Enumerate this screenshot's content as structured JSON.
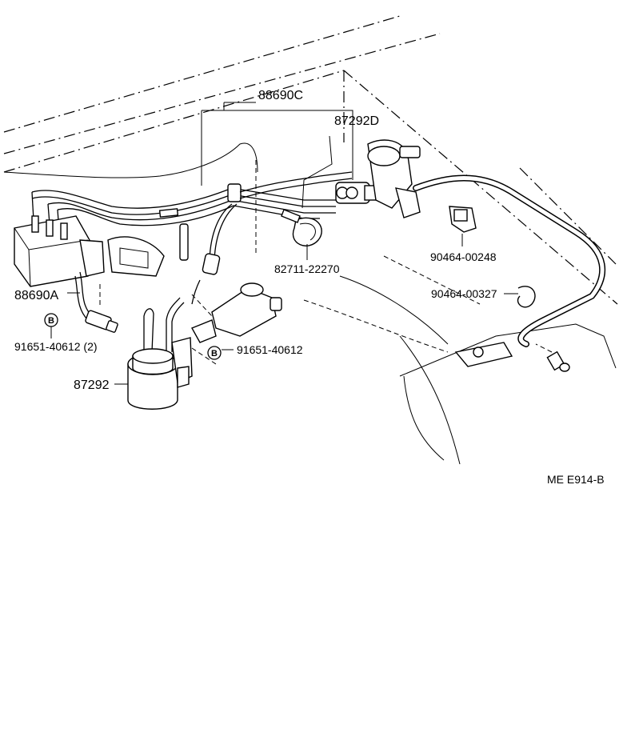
{
  "labels": {
    "hose_set_top": "88690C",
    "vsv_top": "87292D",
    "clip_center": "82711-22270",
    "clamp_right_upper": "90464-00248",
    "clamp_right_lower": "90464-00327",
    "hose_set_left": "88690A",
    "bolt_left": "91651-40612 (2)",
    "bolt_center": "91651-40612",
    "vsv_bottom": "87292",
    "badge_letter": "B",
    "diagram_code": "ME  E914-B"
  }
}
